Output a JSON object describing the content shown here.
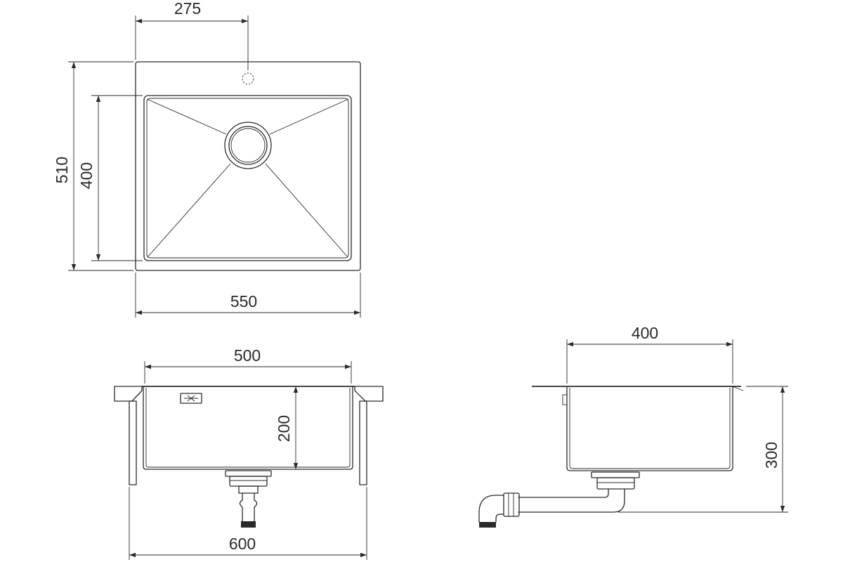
{
  "dimensions": {
    "top_overflow_offset": "275",
    "top_outer_depth": "510",
    "top_bowl_depth": "400",
    "top_outer_width": "550",
    "front_bowl_width": "500",
    "front_bowl_height": "200",
    "front_cabinet_width": "600",
    "side_bowl_length": "400",
    "side_total_height": "300"
  },
  "colors": {
    "line": "#2a2a2a",
    "background": "#ffffff"
  }
}
